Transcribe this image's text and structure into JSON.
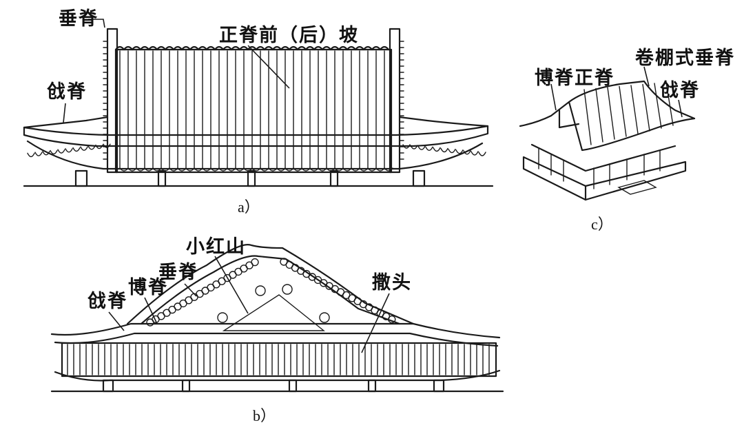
{
  "figure_a": {
    "caption": "a）",
    "labels": {
      "chuiji": "垂脊",
      "zhengji_slope": "正脊前（后）坡",
      "qiangji": "戗脊"
    }
  },
  "figure_b": {
    "caption": "b）",
    "labels": {
      "xiaohongshan": "小红山",
      "chuiji": "垂脊",
      "boji": "博脊",
      "qiangji": "戗脊",
      "satou": "撒头"
    }
  },
  "figure_c": {
    "caption": "c）",
    "labels": {
      "juanpeng_chuiji": "卷棚式垂脊",
      "boji_zhengji": "博脊正脊",
      "qiangji": "戗脊"
    }
  },
  "colors": {
    "ink": "#1a1a1a",
    "paper": "#ffffff"
  }
}
